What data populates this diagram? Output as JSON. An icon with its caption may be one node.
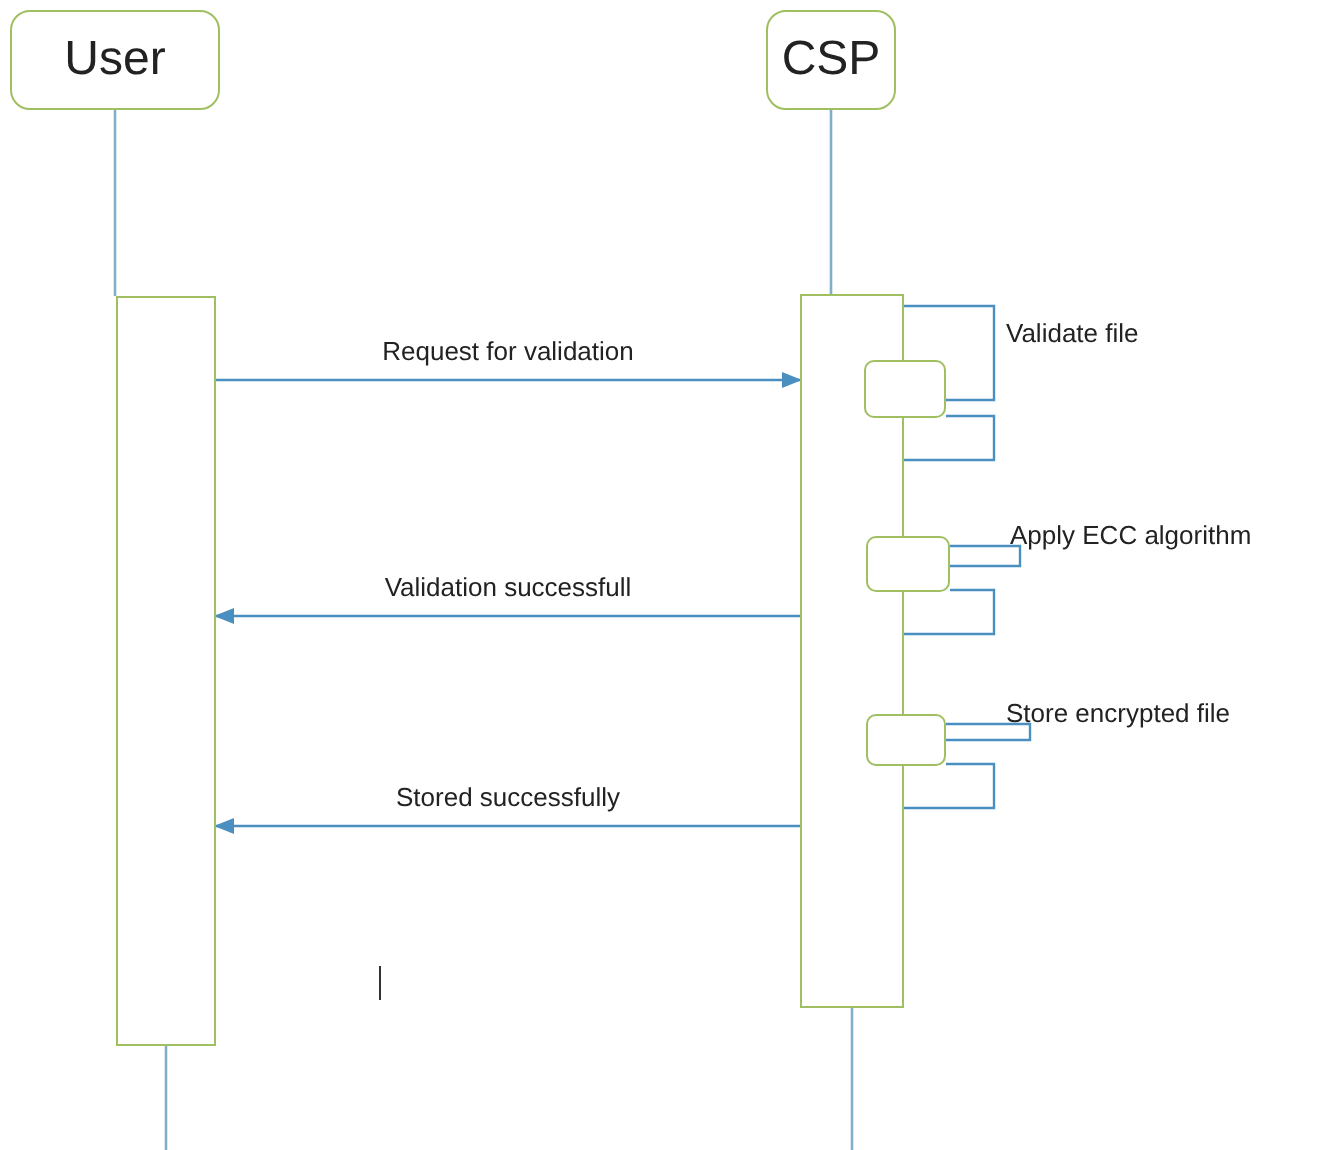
{
  "diagram": {
    "nodes": [
      {
        "text": [
          "User"
        ]
      },
      {
        "text": [
          "CSP"
        ]
      },
      {
        "text": [],
        "shape": "bar"
      },
      {
        "text": [],
        "shape": "bar"
      },
      {
        "text": [],
        "shape": "box",
        "beside": [
          "Validate file"
        ]
      },
      {
        "text": [],
        "shape": "box",
        "beside": [
          "Apply ECC algorithm"
        ]
      },
      {
        "text": [],
        "shape": "box",
        "beside": [
          "Store encrypted file"
        ]
      }
    ],
    "edges": [
      {
        "from": 0,
        "to": 2,
        "arrow": "none"
      },
      {
        "from": 1,
        "to": 3,
        "arrow": "none"
      },
      {
        "from": 2,
        "to": null,
        "arrow": "none"
      },
      {
        "from": 3,
        "to": null,
        "arrow": "none"
      },
      {
        "from": 2,
        "to": 3,
        "label": "Request for validation",
        "arrow": "to"
      },
      {
        "from": 3,
        "to": 2,
        "label": "Validation successfull",
        "arrow": "to"
      },
      {
        "from": 3,
        "to": 2,
        "label": "Stored successfully",
        "arrow": "to"
      },
      {
        "from": 3,
        "to": 4,
        "arrow": "none"
      },
      {
        "from": 4,
        "to": 3,
        "arrow": "none"
      },
      {
        "from": 5,
        "to": 3,
        "arrow": "none"
      },
      {
        "from": 6,
        "to": 3,
        "arrow": "none"
      }
    ]
  }
}
